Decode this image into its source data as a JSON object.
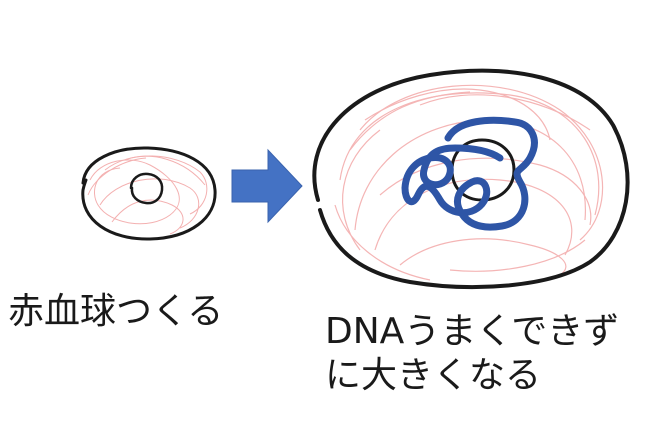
{
  "labels": {
    "normal_cell": "赤血球つくる",
    "abnormal_line1": "DNAうまくできず",
    "abnormal_line2": "に大きくなる"
  },
  "colors": {
    "outline": "#1a1a1a",
    "cytoplasm_shading": "#f2a3a3",
    "dna_scribble": "#2e55a6",
    "arrow": "#4472c4",
    "arrow_border": "#3a63ae"
  },
  "icons": {
    "arrow": "right-arrow-icon"
  }
}
